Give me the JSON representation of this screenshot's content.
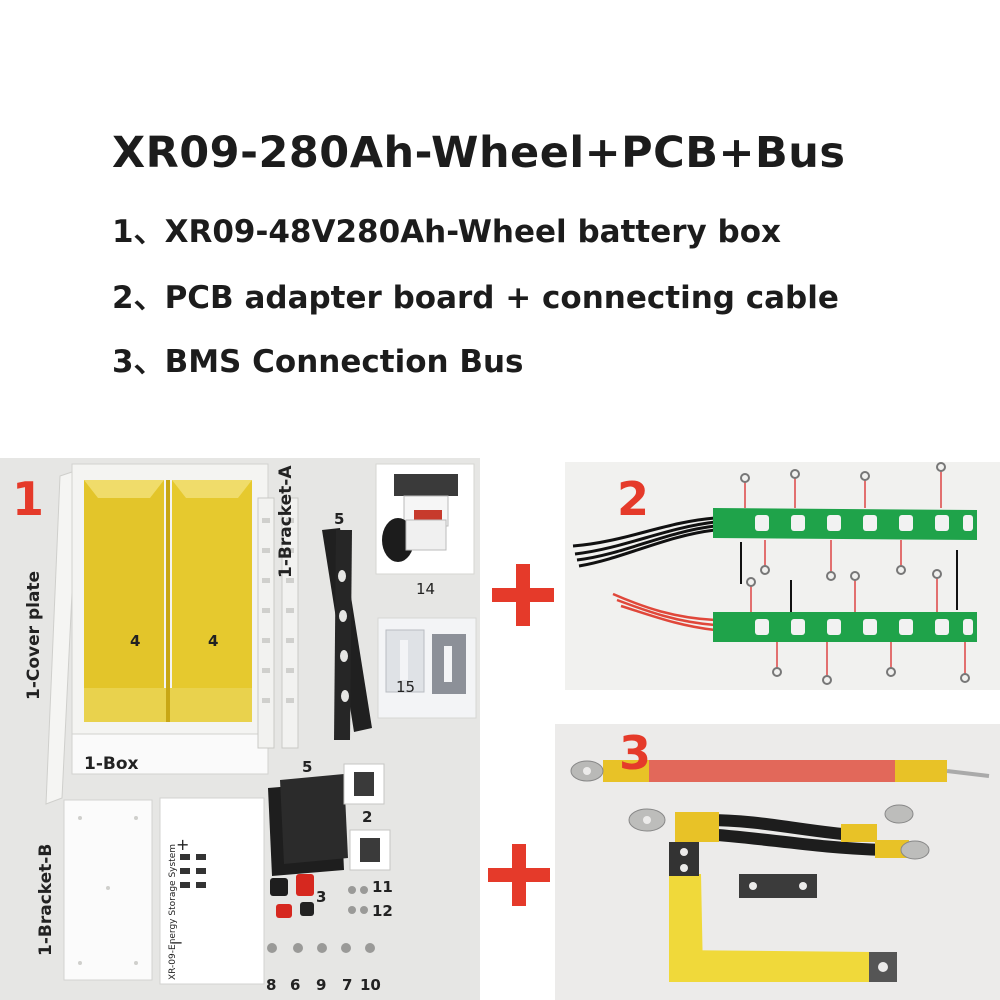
{
  "header": {
    "title": "XR09-280Ah-Wheel+PCB+Bus",
    "items": [
      "1、XR09-48V280Ah-Wheel battery box",
      "2、PCB adapter board + connecting cable",
      "3、BMS Connection Bus"
    ]
  },
  "panel1": {
    "number": "1",
    "cover_plate": "1-Cover plate",
    "bracket_a": "1-Bracket-A",
    "bracket_b": "1-Bracket-B",
    "box": "1-Box",
    "device_text": "XR-09-Energy Storage System",
    "labels": {
      "n4a": "4",
      "n4b": "4",
      "n5a": "5",
      "n5b": "5",
      "n14": "14",
      "n15": "15",
      "n2": "2",
      "n3": "3",
      "n11": "11",
      "n12": "12",
      "n8": "8",
      "n6": "6",
      "n9": "9",
      "n7": "7",
      "n10": "10"
    }
  },
  "panel2": {
    "number": "2"
  },
  "panel3": {
    "number": "3"
  },
  "colors": {
    "accent_red": "#e53a2a",
    "pcb_green": "#1fa34a",
    "insulation_yellow": "#e8c227"
  }
}
